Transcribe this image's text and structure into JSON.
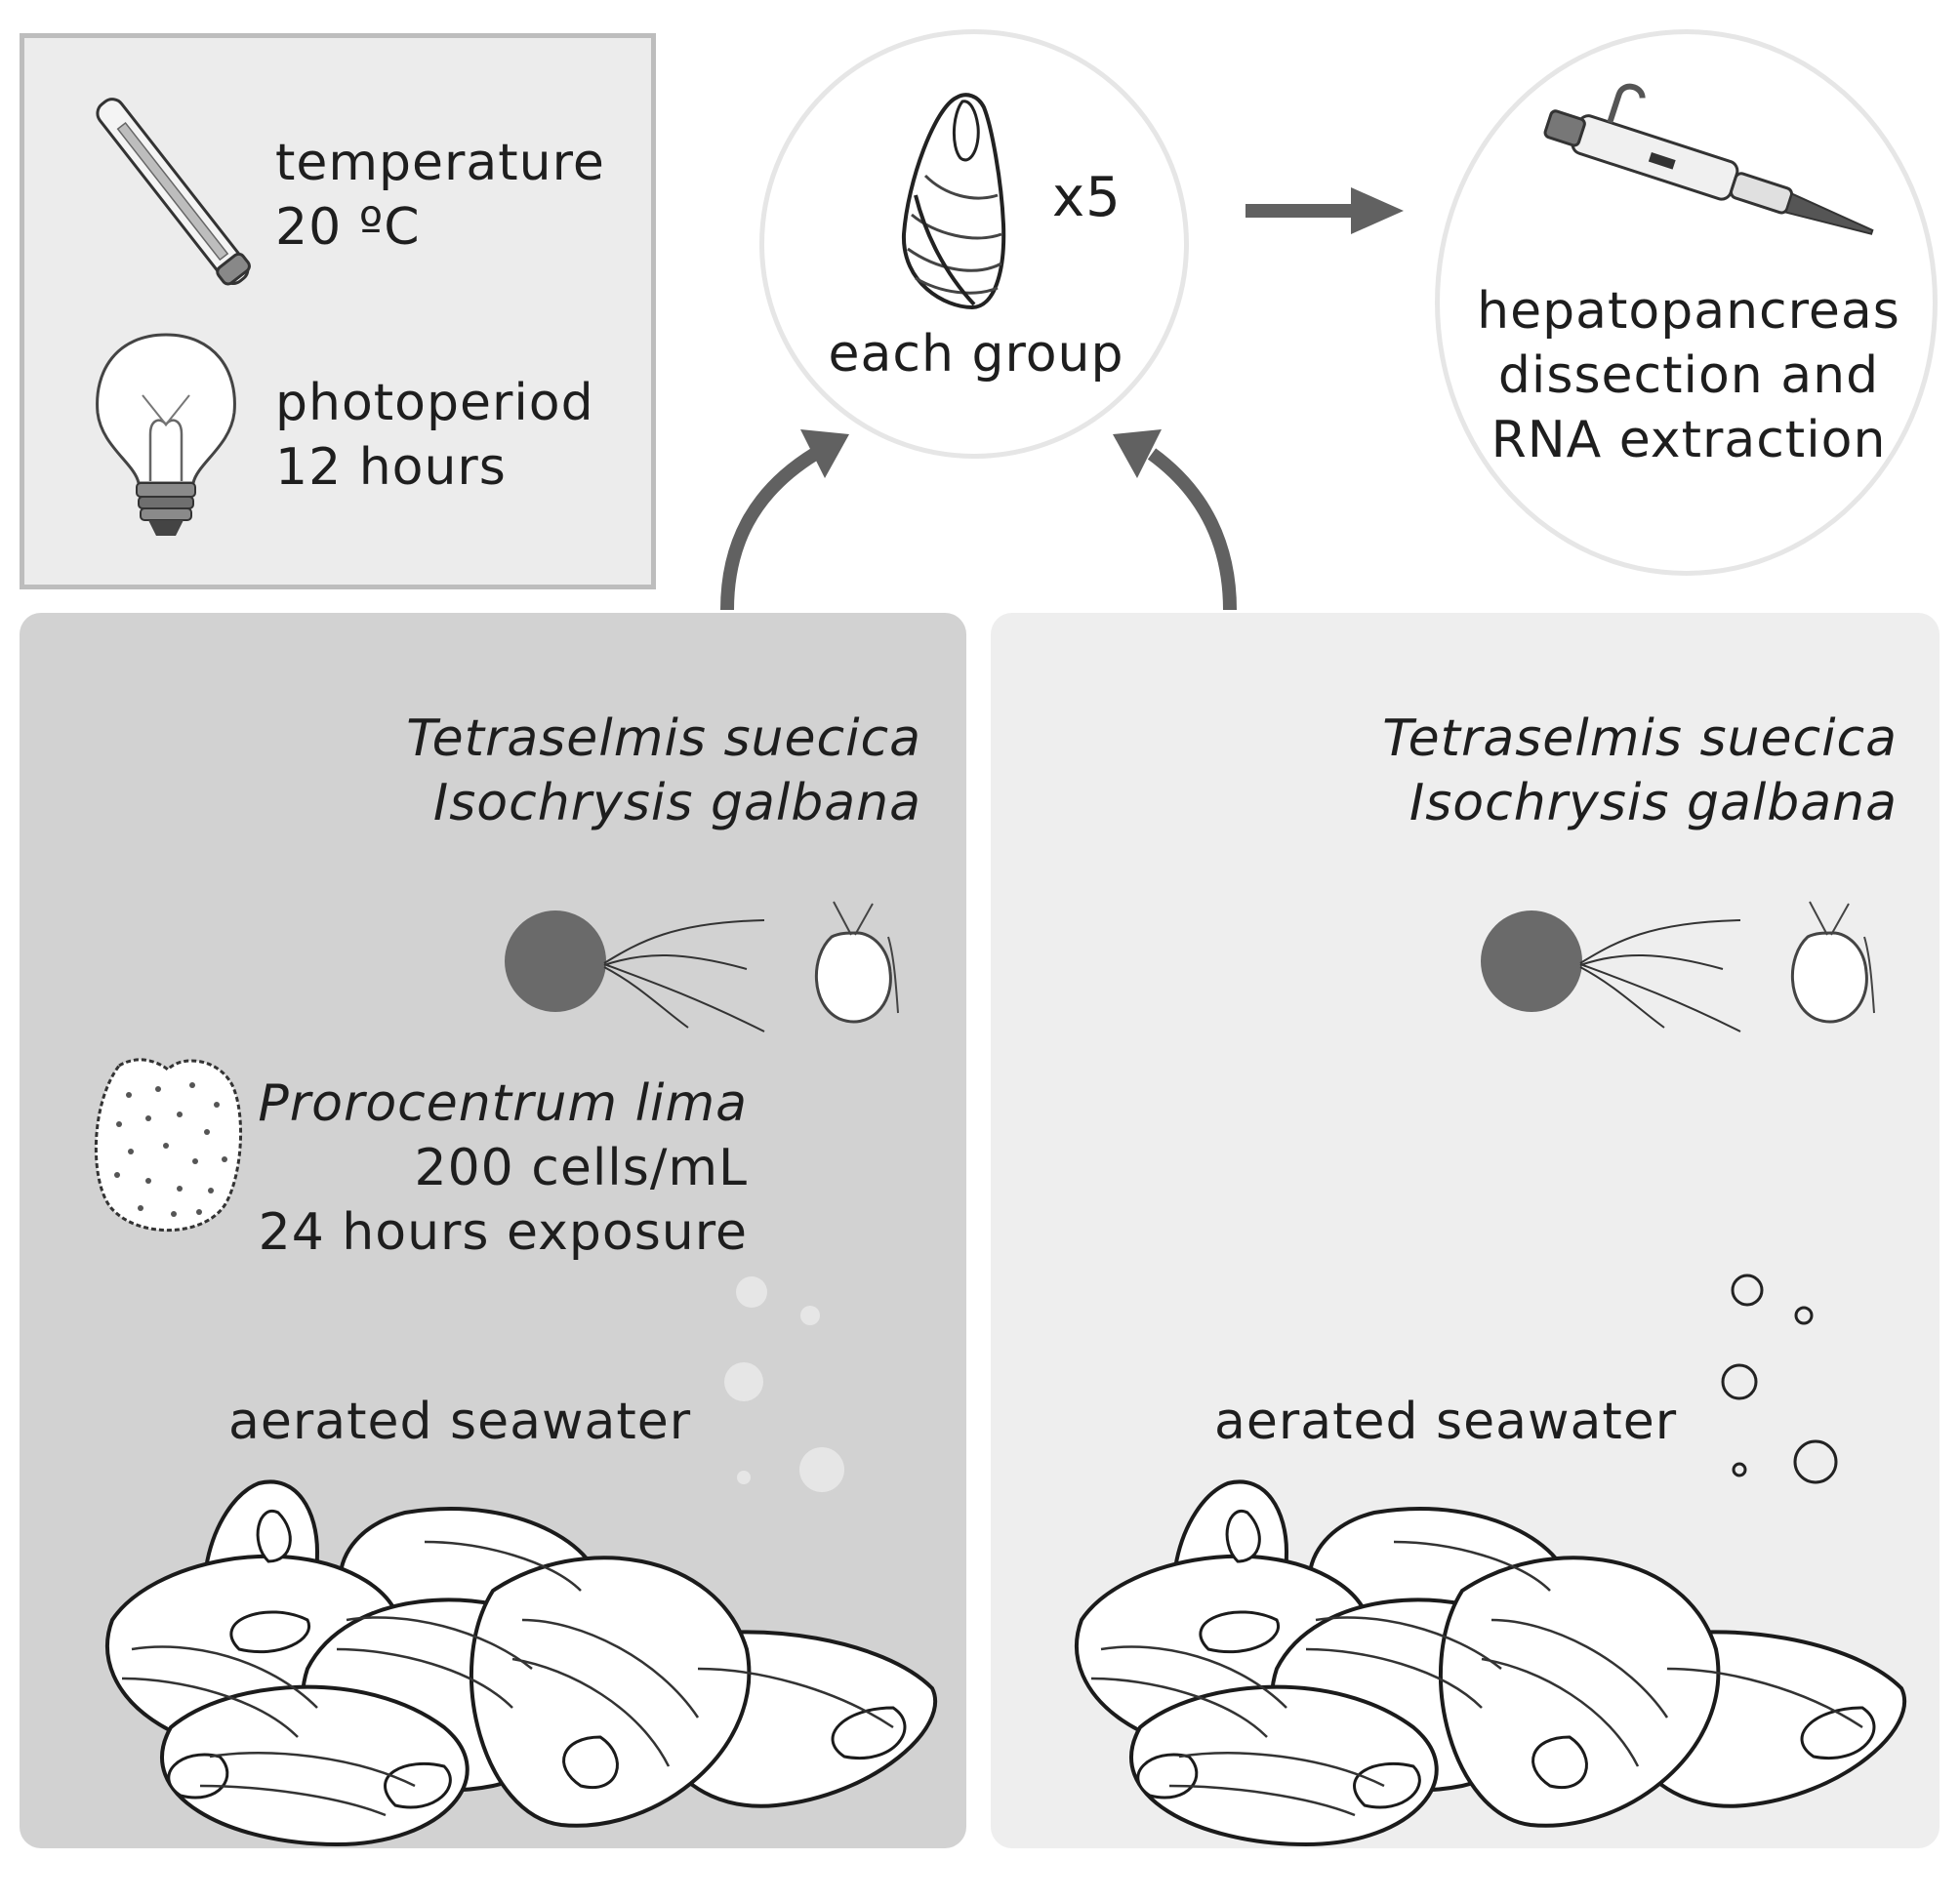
{
  "conditions": {
    "temperature_label": "temperature",
    "temperature_value": "20 ºC",
    "photoperiod_label": "photoperiod",
    "photoperiod_value": "12 hours"
  },
  "sampling": {
    "multiplier": "x5",
    "caption": "each group"
  },
  "processing": {
    "line1": "hepatopancreas",
    "line2": "dissection and",
    "line3": "RNA extraction"
  },
  "exposed_group": {
    "diet_species_1": "Tetraselmis suecica",
    "diet_species_2": "Isochrysis galbana",
    "toxic_species": "Prorocentrum lima",
    "concentration": "200 cells/mL",
    "duration": "24 hours exposure",
    "water": "aerated seawater"
  },
  "control_group": {
    "diet_species_1": "Tetraselmis suecica",
    "diet_species_2": "Isochrysis galbana",
    "water": "aerated seawater"
  },
  "icons": [
    "thermometer-icon",
    "light-bulb-icon",
    "mussel-icon",
    "pipette-icon",
    "tetraselmis-cell-icon",
    "isochrysis-cell-icon",
    "prorocentrum-cell-icon",
    "bubbles-icon",
    "mussel-cluster-icon"
  ],
  "colors": {
    "arrow": "#616161",
    "exposed_panel": "#d2d2d2",
    "control_panel": "#eeeeee",
    "conditions_box": "#ececec",
    "cell_fill": "#6a6a6a"
  }
}
